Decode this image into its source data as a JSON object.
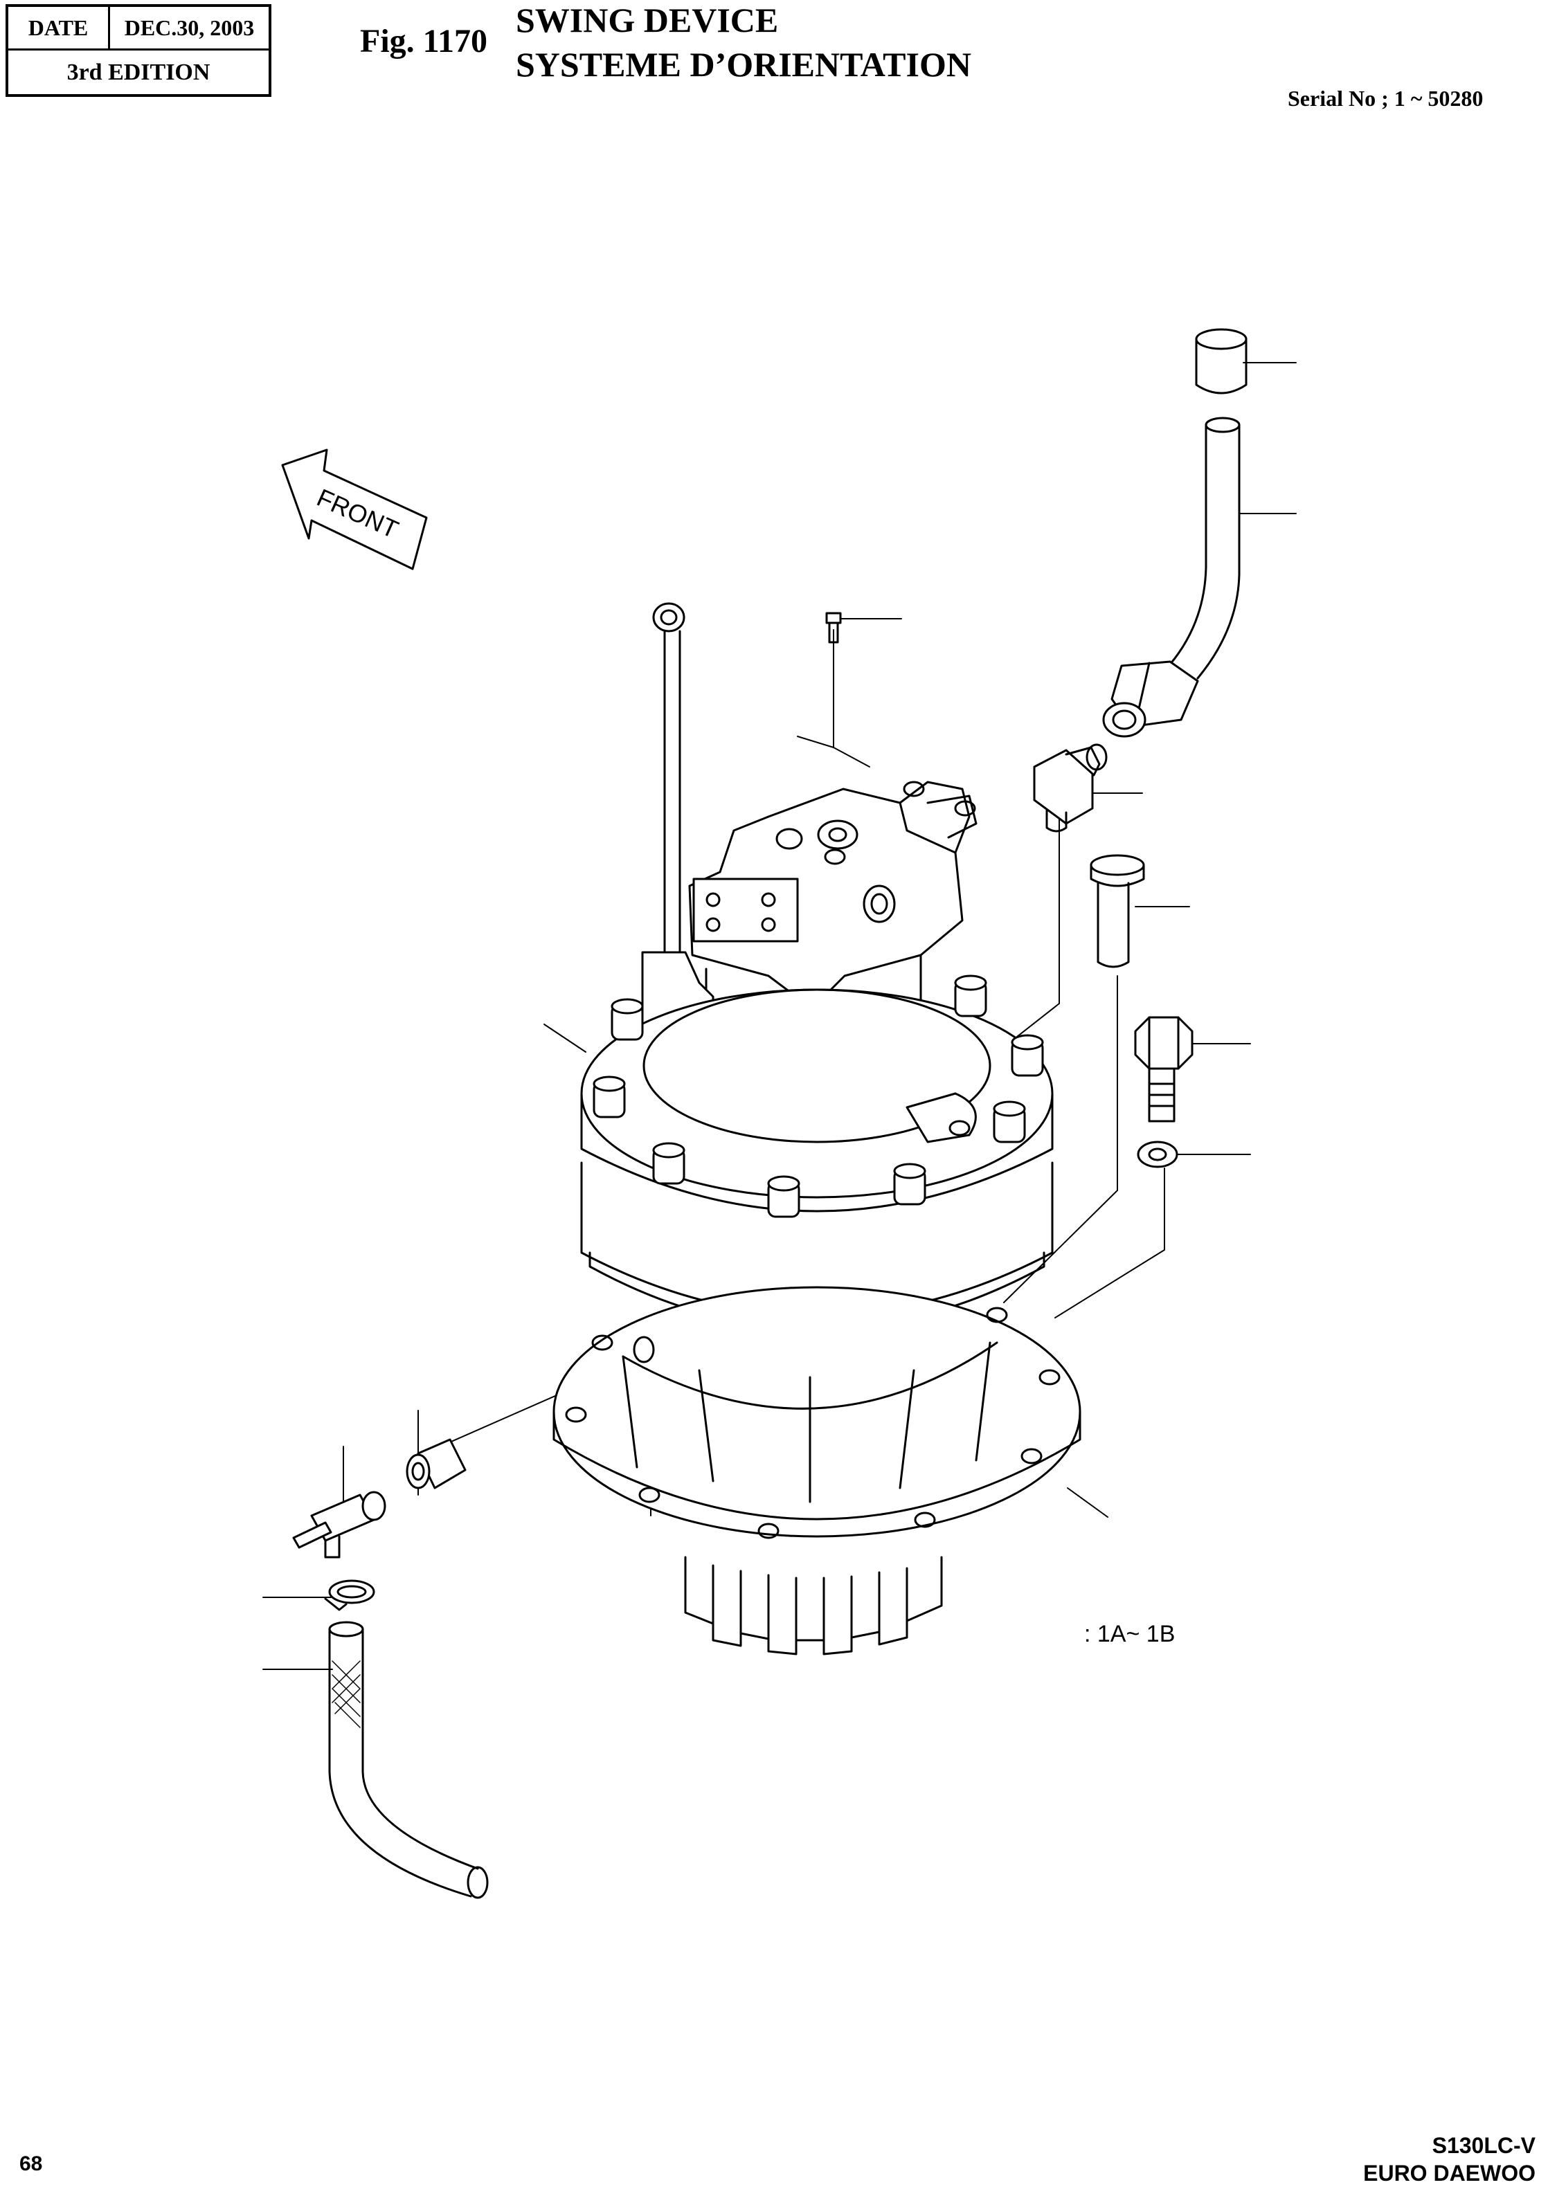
{
  "header": {
    "date_label": "DATE",
    "date_value": "DEC.30, 2003",
    "edition": "3rd  EDITION",
    "fig_number": "Fig. 1170",
    "title_en": "SWING DEVICE",
    "title_fr": "SYSTEME D’ORIENTATION",
    "serial": "Serial No ; 1 ~ 50280"
  },
  "diagram": {
    "front_arrow_label": "FRONT",
    "range_note": ": 1A~ 1B"
  },
  "footer": {
    "page_number": "68",
    "model": "S130LC-V",
    "brand": "EURO DAEWOO"
  }
}
